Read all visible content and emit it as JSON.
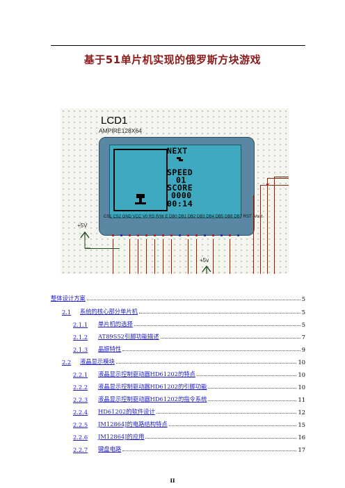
{
  "document": {
    "title": "基于51单片机实现的俄罗斯方块游戏",
    "page_number": "II"
  },
  "figure": {
    "component_name": "LCD1",
    "component_model": "AMPIRE128X64",
    "screen_lines": [
      "NEXT",
      "SPEED",
      "01",
      "SCORE",
      "0000",
      "00:14"
    ],
    "pin_labels": "CS1 CS2 GND VCC V0 RS R/W E DB0 DB1 DB2 DB3 DB4 DB5 DB6 DB7 RST -Vout",
    "power_label_left": "+5V",
    "power_label_bottom": "+5v"
  },
  "toc": [
    {
      "num": "",
      "text": "整体设计方案",
      "page": "5",
      "level": 0
    },
    {
      "num": "2.1",
      "text": "系统的核心部分单片机",
      "page": "5",
      "level": 1
    },
    {
      "num": "2.1.1",
      "text": "单片机的选择",
      "page": "5",
      "level": 2
    },
    {
      "num": "2.1.2",
      "text": "AT89S52引脚功能描述",
      "page": "7",
      "level": 2
    },
    {
      "num": "2.1.3",
      "text": "晶振特性",
      "page": "9",
      "level": 2
    },
    {
      "num": "2.2",
      "text": "液晶显示模块",
      "page": "10",
      "level": 1
    },
    {
      "num": "2.2.1",
      "text": "液晶显示控制驱动器HD61202的特点",
      "page": "10",
      "level": 2
    },
    {
      "num": "2.2.2",
      "text": "液晶显示控制驱动器HD61202的引脚功能",
      "page": "10",
      "level": 2
    },
    {
      "num": "2.2.3",
      "text": "液晶显示控制驱动器HD61202的指令系统",
      "page": "11",
      "level": 2
    },
    {
      "num": "2.2.4",
      "text": "HD61202的软件设计",
      "page": "12",
      "level": 2
    },
    {
      "num": "2.2.5",
      "text": "JM12864J的电路结构特点",
      "page": "15",
      "level": 2
    },
    {
      "num": "2.2.6",
      "text": "JM12864J的应用",
      "page": "16",
      "level": 2
    },
    {
      "num": "2.2.7",
      "text": "键盘电路",
      "page": "17",
      "level": 2
    }
  ]
}
